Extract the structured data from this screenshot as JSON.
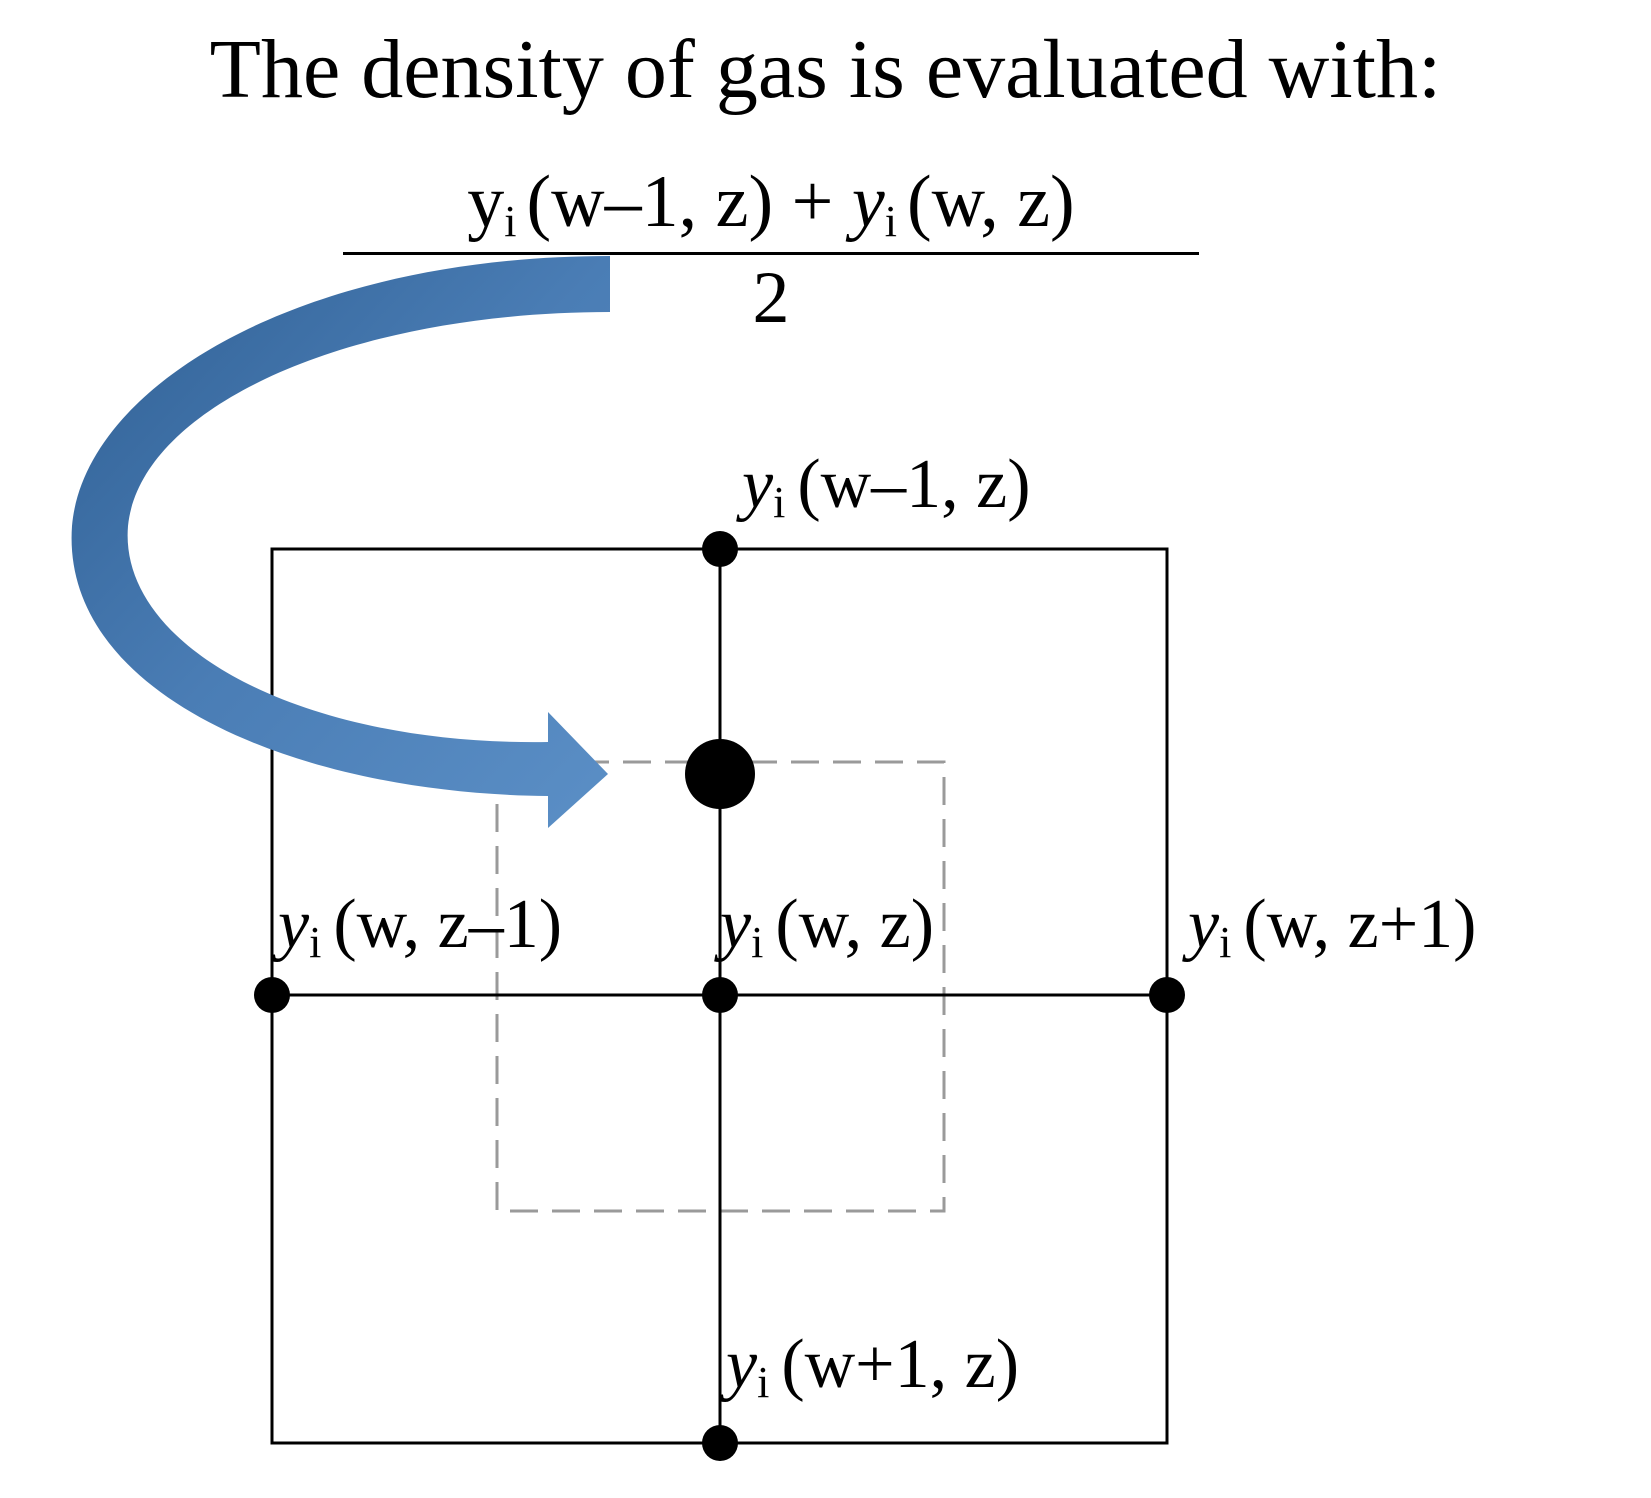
{
  "title": "The density of gas is evaluated with:",
  "formula": {
    "numerator": {
      "var1": "y",
      "sub1": "i",
      "args1": "(w–1, z)",
      "op": "+",
      "var2": "y",
      "sub2": "i",
      "args2": "(w, z)"
    },
    "denominator": "2"
  },
  "nodes": {
    "top": {
      "var": "y",
      "sub": "i",
      "args": "(w–1, z)"
    },
    "left": {
      "var": "y",
      "sub": "i",
      "args": "(w, z–1)"
    },
    "center": {
      "var": "y",
      "sub": "i",
      "args": "(w, z)"
    },
    "right": {
      "var": "y",
      "sub": "i",
      "args": "(w, z+1)"
    },
    "bottom": {
      "var": "y",
      "sub": "i",
      "args": "(w+1, z)"
    }
  },
  "colors": {
    "arrow": "#4a7db5",
    "lines": "#000000",
    "dashed": "#9a9a9a"
  }
}
